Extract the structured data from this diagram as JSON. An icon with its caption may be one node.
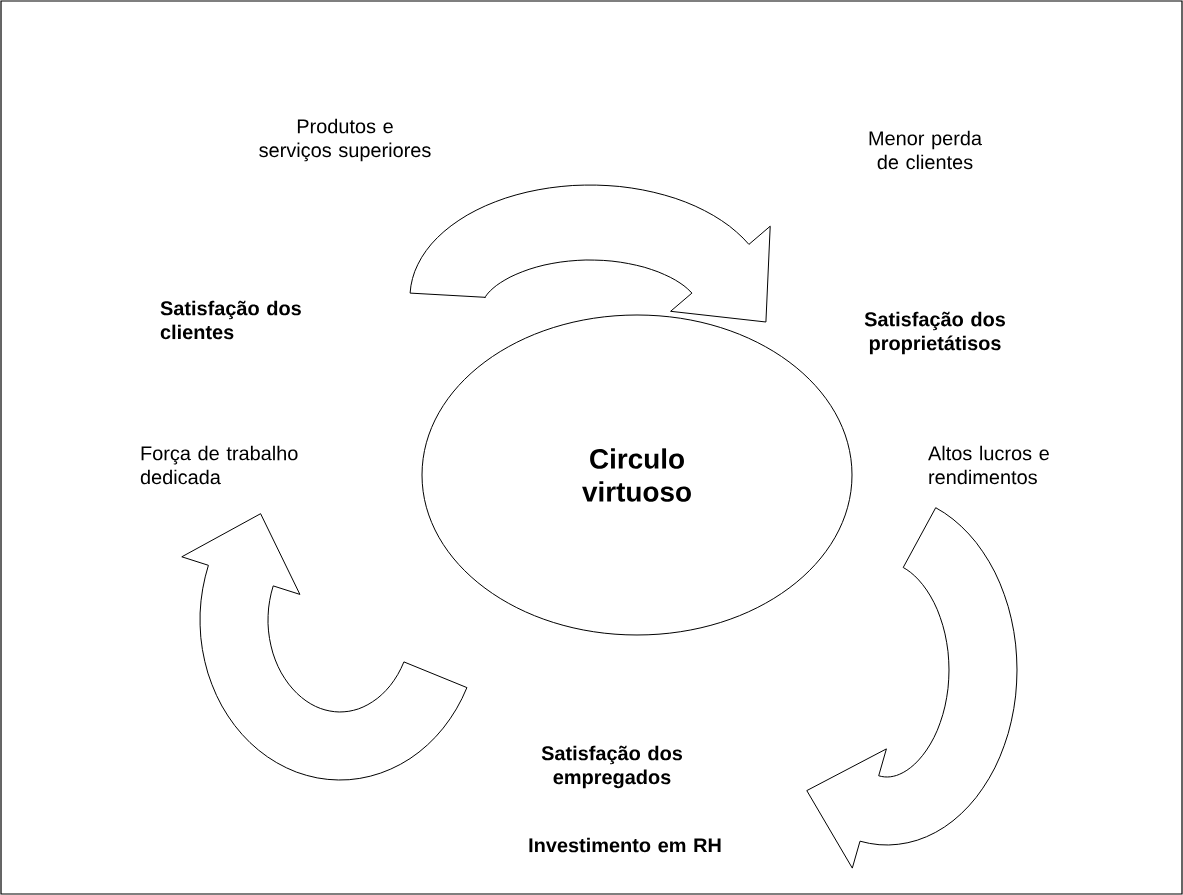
{
  "diagram": {
    "nodes": [
      {
        "text": [
          "Produtos e serviços superiores"
        ]
      },
      {
        "text": [
          "Menor perda de clientes"
        ]
      },
      {
        "text": [
          "Satisfação dos clientes"
        ]
      },
      {
        "text": [
          "Satisfação dos proprietátisos"
        ]
      },
      {
        "text": [
          "Força de trabalho dedicada"
        ]
      },
      {
        "text": [
          "Circulo virtuoso"
        ]
      },
      {
        "text": [
          "Altos lucros e rendimentos"
        ]
      },
      {
        "text": [
          "Satisfação dos empregados"
        ]
      },
      {
        "text": [
          "Investimento em RH"
        ]
      }
    ]
  }
}
